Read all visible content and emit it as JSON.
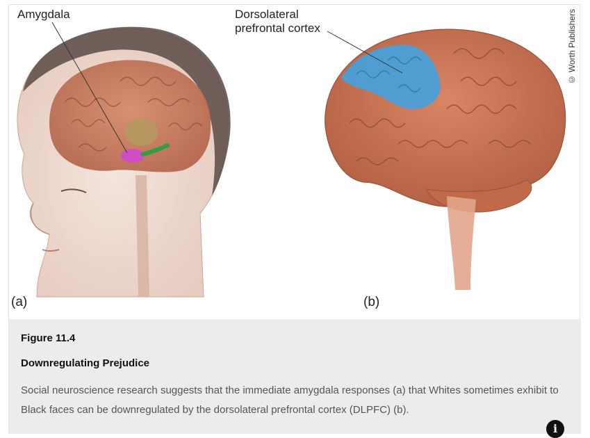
{
  "figure": {
    "panel_a": {
      "label": "(a)",
      "callout": "Amygdala"
    },
    "panel_b": {
      "label": "(b)",
      "callout_line1": "Dorsolateral",
      "callout_line2": "prefrontal cortex"
    },
    "copyright": "© Worth Publishers"
  },
  "caption": {
    "number": "Figure 11.4",
    "title": "Downregulating Prejudice",
    "body": "Social neuroscience research suggests that the immediate amygdala responses (a) that Whites sometimes exhibit to Black faces can be downregulated by the dorsolateral prefrontal cortex (DLPFC) (b)."
  },
  "info_button": {
    "glyph": "i",
    "icon": "info-icon"
  },
  "colors": {
    "brain": "#c9704f",
    "dlpfc_highlight": "#4a9fd8",
    "amygdala": "#d04ec4",
    "caption_bg": "#ececec"
  }
}
